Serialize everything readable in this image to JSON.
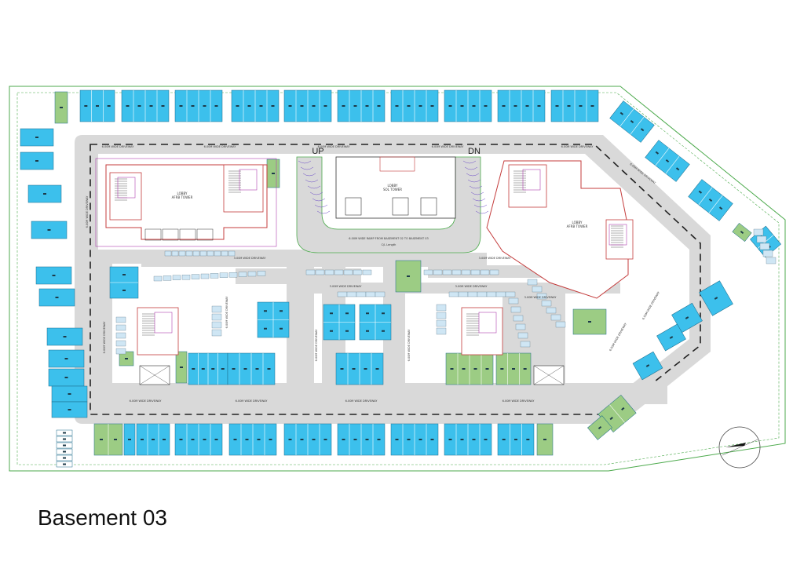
{
  "title": "Basement 03",
  "ramp_labels": {
    "up": "UP",
    "down": "DN"
  },
  "tower_labels": {
    "left": "LOBBY\nAFRB TOWER",
    "center": "LOBBY\nSOL TOWER",
    "right": "LOBBY\nAFRB TOWER"
  },
  "ramp_note": "6.00M WIDE RAMP FROM BASEMENT 02 TO BASEMENT 03",
  "ramp_sub": "C/L Length",
  "driveway_label": "6.00M WIDE DRIVEWAY",
  "driveway_label_short": "3.00M WIDE DRIVEWAY",
  "colors": {
    "parking_blue": "#3cc0ec",
    "parking_green": "#9ccc84",
    "driveway_grey": "#d9d9d9",
    "boundary_green": "#4caa4c",
    "wall_red": "#c43c3c",
    "wall_magenta": "#b040b0",
    "line_dark": "#333333"
  },
  "icons": {
    "north": "north-arrow-icon"
  }
}
